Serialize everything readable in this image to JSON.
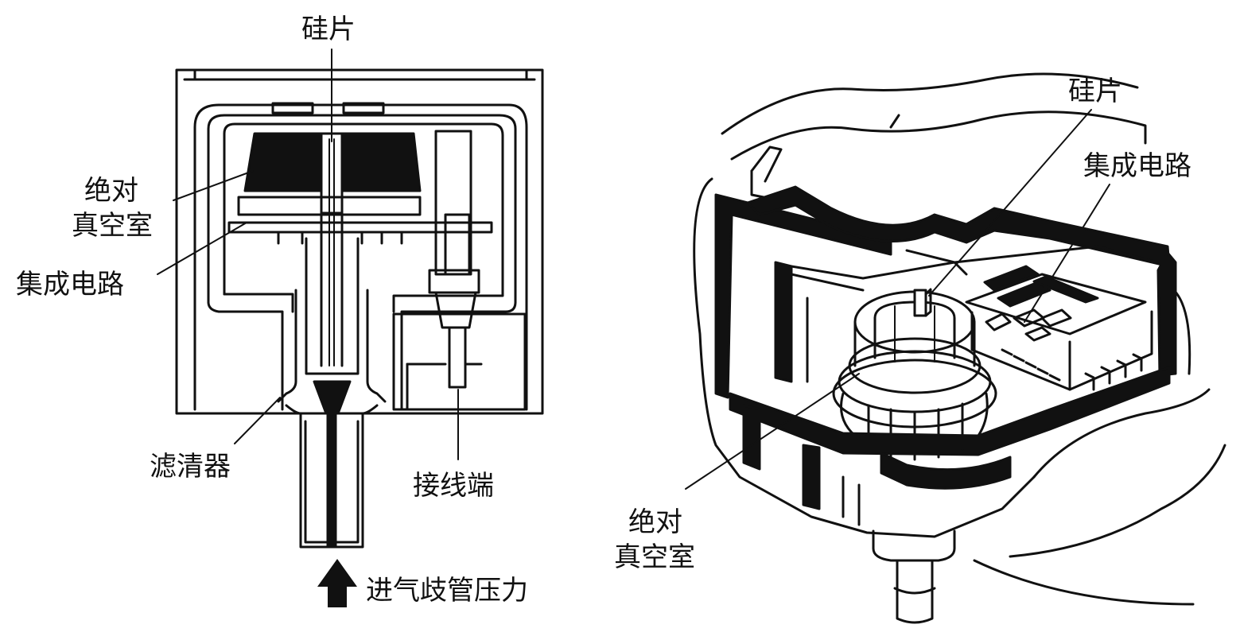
{
  "left_diagram": {
    "labels": {
      "silicon_chip": "硅片",
      "absolute_vacuum_l1": "绝对",
      "absolute_vacuum_l2": "真空室",
      "integrated_circuit": "集成电路",
      "filter": "滤清器",
      "terminal": "接线端",
      "manifold_pressure": "进气歧管压力"
    }
  },
  "right_diagram": {
    "labels": {
      "silicon_chip": "硅片",
      "integrated_circuit": "集成电路",
      "absolute_vacuum_l1": "绝对",
      "absolute_vacuum_l2": "真空室"
    }
  },
  "colors": {
    "ink": "#111111",
    "paper": "#ffffff"
  },
  "icons": [
    "up-arrow-icon"
  ]
}
